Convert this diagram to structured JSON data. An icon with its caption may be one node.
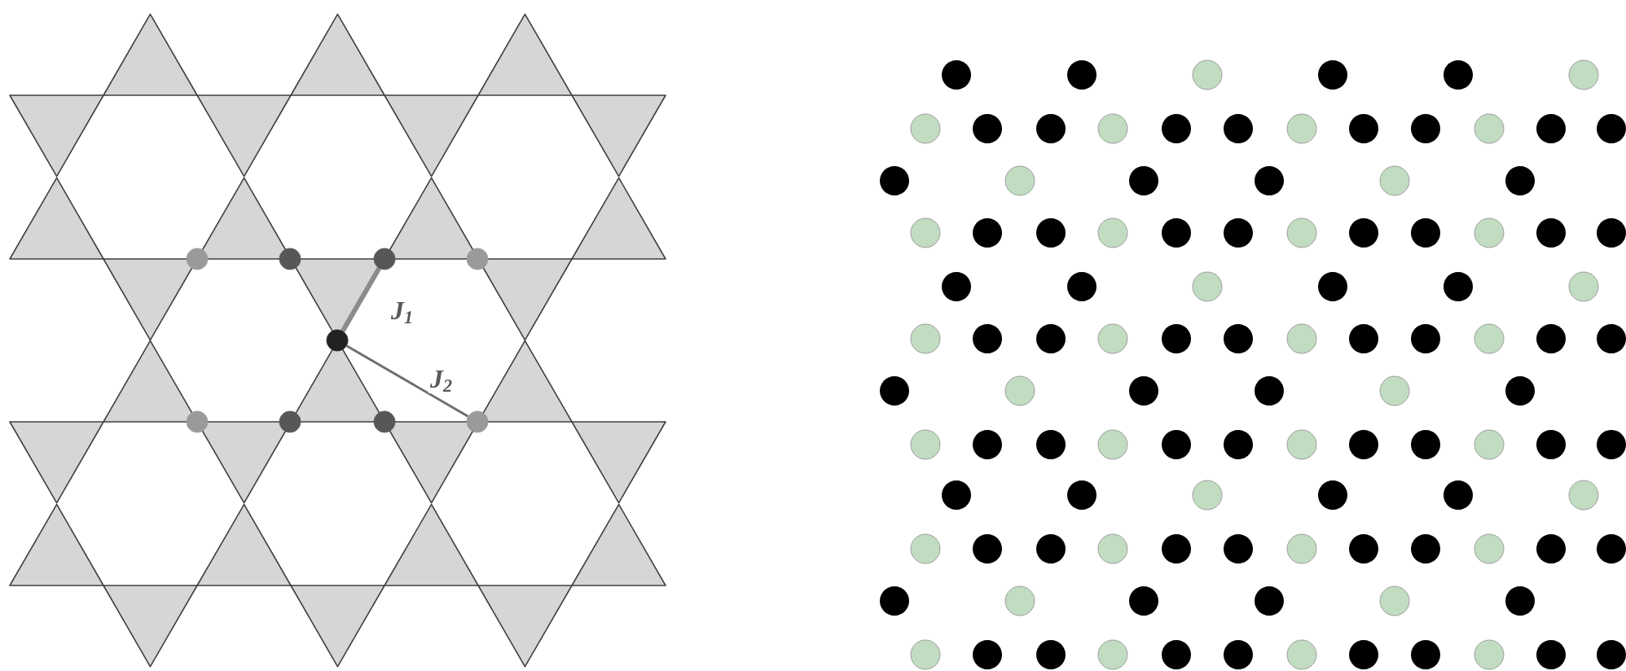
{
  "diagram": {
    "nodes": [
      {
        "text": [],
        "shape": "circle"
      },
      {
        "text": [],
        "shape": "circle"
      },
      {
        "text": [],
        "shape": "circle"
      },
      {
        "text": [],
        "shape": "circle"
      },
      {
        "text": [],
        "shape": "circle"
      },
      {
        "text": [],
        "shape": "circle"
      },
      {
        "text": [],
        "shape": "circle"
      },
      {
        "text": [],
        "shape": "circle"
      },
      {
        "text": [],
        "shape": "circle"
      }
    ],
    "edges": [
      {
        "from": 4,
        "to": 2,
        "arrow": "none",
        "label": "J$_{1}$",
        "style": "thick",
        "color": "#8c8c8c"
      },
      {
        "from": 4,
        "to": 8,
        "arrow": "none",
        "label": "J$_{2}$",
        "color": "#6e6e6e"
      }
    ]
  }
}
